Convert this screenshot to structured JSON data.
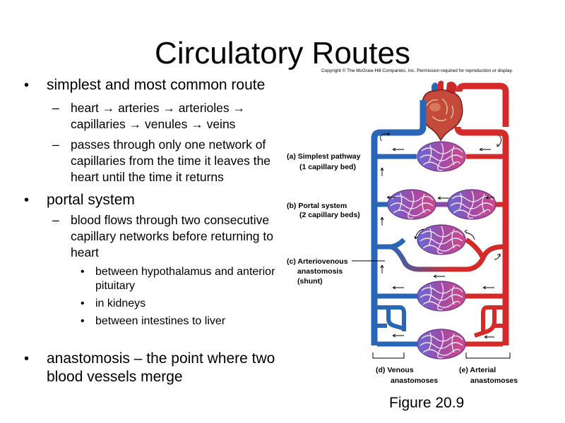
{
  "title": "Circulatory Routes",
  "copyright": "Copyright © The McGraw-Hill Companies, Inc. Permission required for reproduction or display.",
  "bullets": {
    "b1": "simplest and most common route",
    "b1_sub1": " heart → arteries → arterioles → capillaries → venules → veins",
    "b1_sub2": "passes through only one network of capillaries from the  time it leaves the heart until the time it returns",
    "b2": "portal system",
    "b2_sub1": "blood flows through two consecutive capillary networks before returning to heart",
    "b2_sub1_a": "between hypothalamus and anterior pituitary",
    "b2_sub1_b": "in kidneys",
    "b2_sub1_c": "between intestines to liver",
    "b3": "anastomosis – the point where two blood vessels merge"
  },
  "marks": {
    "bullet": "•",
    "dash": "–"
  },
  "labels": {
    "a1": "(a) Simplest pathway",
    "a2": "(1 capillary bed)",
    "b1": "(b) Portal system",
    "b2": "(2 capillary beds)",
    "c1": "(c) Arteriovenous",
    "c2": "anastomosis",
    "c3": "(shunt)",
    "d1": "(d) Venous",
    "d2": "anastomoses",
    "e1": "(e) Arterial",
    "e2": "anastomoses"
  },
  "figure_caption": "Figure 20.9",
  "colors": {
    "artery": "#d42a2a",
    "vein": "#2a66b8",
    "capillary": "#8a4aa8"
  }
}
